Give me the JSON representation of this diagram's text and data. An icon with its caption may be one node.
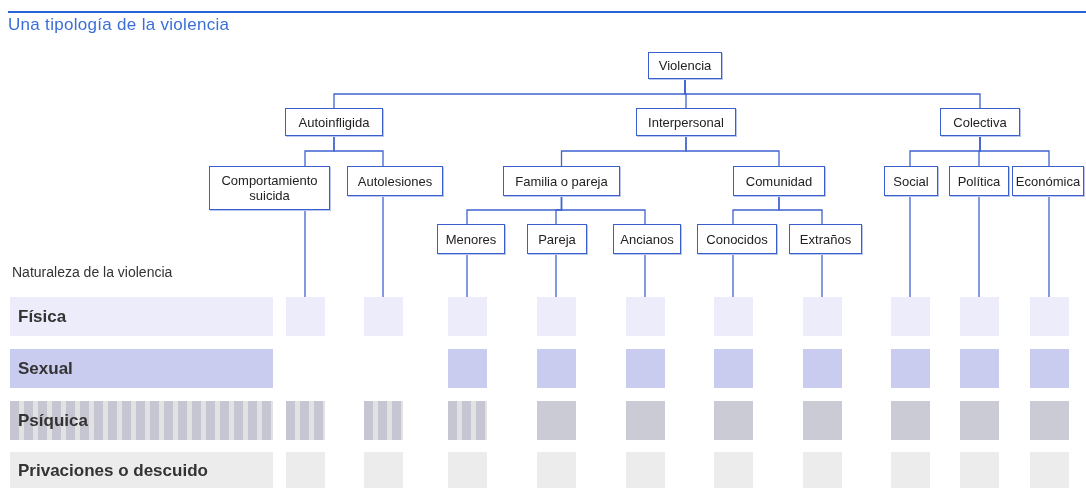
{
  "diagram": {
    "title": "Una tipología de la violencia",
    "nodes": [
      {
        "text": [
          "Violencia"
        ]
      },
      {
        "text": [
          "Autoinfligida"
        ]
      },
      {
        "text": [
          "Interpersonal"
        ]
      },
      {
        "text": [
          "Colectiva"
        ]
      },
      {
        "text": [
          "Comportamiento suicida"
        ]
      },
      {
        "text": [
          "Autolesiones"
        ]
      },
      {
        "text": [
          "Familia o pareja"
        ]
      },
      {
        "text": [
          "Comunidad"
        ]
      },
      {
        "text": [
          "Social"
        ]
      },
      {
        "text": [
          "Política"
        ]
      },
      {
        "text": [
          "Económica"
        ]
      },
      {
        "text": [
          "Menores"
        ]
      },
      {
        "text": [
          "Pareja"
        ]
      },
      {
        "text": [
          "Ancianos"
        ]
      },
      {
        "text": [
          "Conocidos"
        ]
      },
      {
        "text": [
          "Extraños"
        ]
      },
      {
        "text": [
          "Física"
        ]
      },
      {
        "text": [],
        "shape": "box"
      },
      {
        "text": [],
        "shape": "box"
      },
      {
        "text": [],
        "shape": "box"
      },
      {
        "text": [],
        "shape": "box"
      },
      {
        "text": [],
        "shape": "box"
      },
      {
        "text": [],
        "shape": "box"
      },
      {
        "text": [],
        "shape": "box"
      },
      {
        "text": [],
        "shape": "box"
      },
      {
        "text": [],
        "shape": "box"
      },
      {
        "text": [],
        "shape": "box"
      },
      {
        "text": [
          "Sexual"
        ]
      },
      {
        "text": [],
        "shape": "box"
      },
      {
        "text": [],
        "shape": "box"
      },
      {
        "text": [],
        "shape": "box"
      },
      {
        "text": [],
        "shape": "box"
      },
      {
        "text": [],
        "shape": "box"
      },
      {
        "text": [],
        "shape": "box"
      },
      {
        "text": [],
        "shape": "box"
      },
      {
        "text": [],
        "shape": "box"
      },
      {
        "text": [
          "Psíquica"
        ]
      },
      {
        "text": [],
        "shape": "box"
      },
      {
        "text": [],
        "shape": "box"
      },
      {
        "text": [],
        "shape": "box"
      },
      {
        "text": [],
        "shape": "box"
      },
      {
        "text": [],
        "shape": "box"
      },
      {
        "text": [],
        "shape": "box"
      },
      {
        "text": [],
        "shape": "box"
      },
      {
        "text": [],
        "shape": "box"
      },
      {
        "text": [],
        "shape": "box"
      },
      {
        "text": [],
        "shape": "box"
      },
      {
        "text": [
          "Privaciones o descuido"
        ]
      },
      {
        "text": [],
        "shape": "box"
      },
      {
        "text": [],
        "shape": "box"
      },
      {
        "text": [],
        "shape": "box"
      },
      {
        "text": [],
        "shape": "box"
      },
      {
        "text": [],
        "shape": "box"
      },
      {
        "text": [],
        "shape": "box"
      },
      {
        "text": [],
        "shape": "box"
      },
      {
        "text": [],
        "shape": "box"
      },
      {
        "text": [],
        "shape": "box"
      },
      {
        "text": [],
        "shape": "box"
      }
    ],
    "edges": [
      {
        "from": 0,
        "to": 1,
        "arrow": "none"
      },
      {
        "from": 0,
        "to": 2,
        "arrow": "none"
      },
      {
        "from": 0,
        "to": 3,
        "arrow": "none"
      },
      {
        "from": 1,
        "to": 4,
        "arrow": "none"
      },
      {
        "from": 1,
        "to": 5,
        "arrow": "none"
      },
      {
        "from": 2,
        "to": 6,
        "arrow": "none"
      },
      {
        "from": 2,
        "to": 7,
        "arrow": "none"
      },
      {
        "from": 3,
        "to": 8,
        "arrow": "none"
      },
      {
        "from": 3,
        "to": 9,
        "arrow": "none"
      },
      {
        "from": 3,
        "to": 10,
        "arrow": "none"
      },
      {
        "from": 6,
        "to": 11,
        "arrow": "none"
      },
      {
        "from": 6,
        "to": 12,
        "arrow": "none"
      },
      {
        "from": 6,
        "to": 13,
        "arrow": "none"
      },
      {
        "from": 7,
        "to": 14,
        "arrow": "none"
      },
      {
        "from": 7,
        "to": 15,
        "arrow": "none"
      },
      {
        "from": 4,
        "to": 17,
        "arrow": "none"
      },
      {
        "from": 5,
        "to": 18,
        "arrow": "none"
      },
      {
        "from": 11,
        "to": 19,
        "arrow": "none"
      },
      {
        "from": 12,
        "to": 20,
        "arrow": "none"
      },
      {
        "from": 13,
        "to": 21,
        "arrow": "none"
      },
      {
        "from": 14,
        "to": 22,
        "arrow": "none"
      },
      {
        "from": 15,
        "to": 23,
        "arrow": "none"
      },
      {
        "from": 8,
        "to": 24,
        "arrow": "none"
      },
      {
        "from": 9,
        "to": 25,
        "arrow": "none"
      },
      {
        "from": 10,
        "to": 26,
        "arrow": "none"
      }
    ],
    "labels": [
      "Naturaleza de la violencia"
    ]
  }
}
